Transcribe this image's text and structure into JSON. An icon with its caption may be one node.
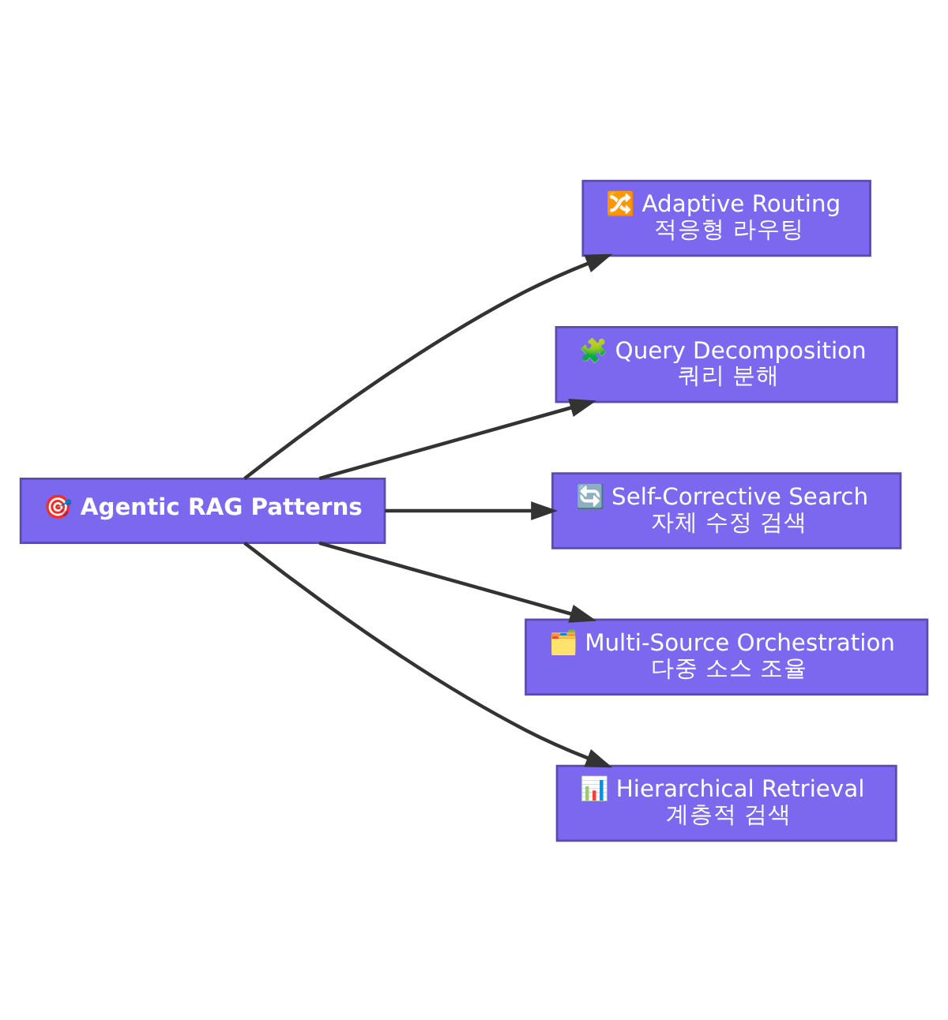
{
  "diagram": {
    "nodes": [
      {
        "text": [
          "🎯 Agentic RAG Patterns"
        ]
      },
      {
        "text": [
          "🔀 Adaptive Routing",
          "적응형 라우팅"
        ]
      },
      {
        "text": [
          "🧩 Query Decomposition",
          "쿼리 분해"
        ]
      },
      {
        "text": [
          "🔄 Self-Corrective Search",
          "자체 수정 검색"
        ]
      },
      {
        "text": [
          "🗂️ Multi-Source Orchestration",
          "다중 소스 조율"
        ]
      },
      {
        "text": [
          "📊 Hierarchical Retrieval",
          "계층적 검색"
        ]
      }
    ],
    "edges": [
      {
        "from": 0,
        "to": 1,
        "arrow": "to"
      },
      {
        "from": 0,
        "to": 2,
        "arrow": "to"
      },
      {
        "from": 0,
        "to": 3,
        "arrow": "to"
      },
      {
        "from": 0,
        "to": 4,
        "arrow": "to"
      },
      {
        "from": 0,
        "to": 5,
        "arrow": "to"
      }
    ]
  }
}
